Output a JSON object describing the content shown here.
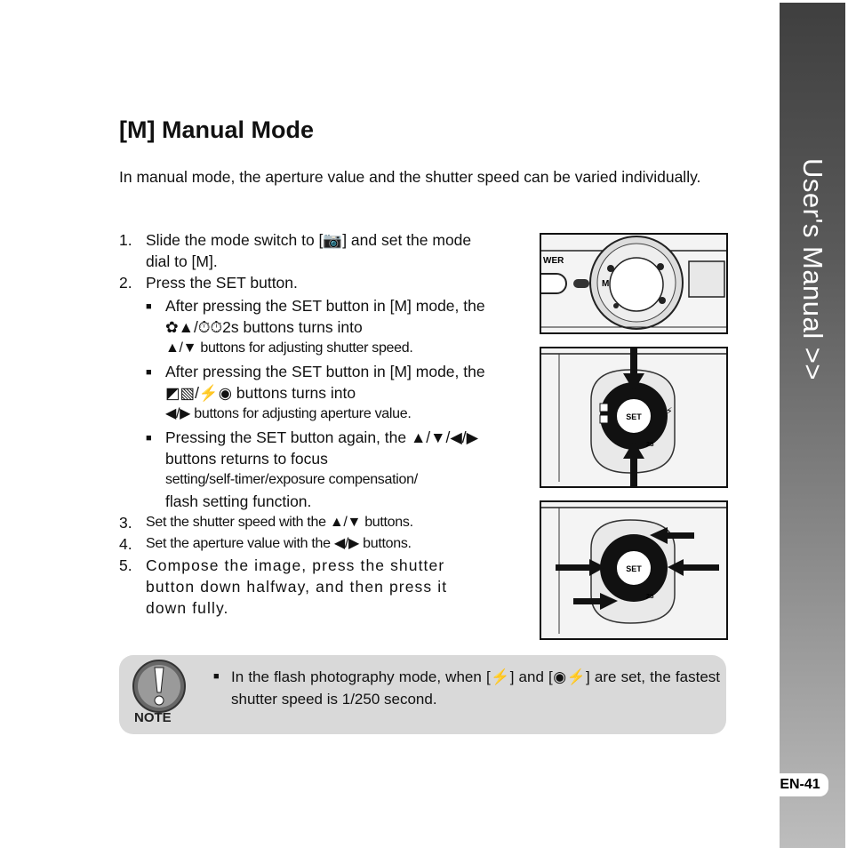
{
  "sidebar": {
    "title": "User's Manual >>"
  },
  "page_number": "EN-41",
  "heading": "[M] Manual Mode",
  "intro": "In manual mode, the aperture value and the shutter speed can be varied individually.",
  "steps": [
    {
      "num": "1.",
      "text": "Slide the mode switch to [📷] and set the mode dial to [M]."
    },
    {
      "num": "2.",
      "text": "Press the SET button."
    },
    {
      "num": "3.",
      "text": "Set the shutter speed with the ▲/▼ buttons."
    },
    {
      "num": "4.",
      "text": "Set the aperture value with the ◀/▶ buttons."
    },
    {
      "num": "5.",
      "text": "Compose the image, press the shutter button down halfway, and then press it down fully."
    }
  ],
  "bullets": [
    {
      "line1": "After pressing the SET button in [M] mode, the ✿▲/⏱⏱2s buttons turns into",
      "line2": "▲/▼ buttons for adjusting shutter speed."
    },
    {
      "line1": "After pressing the SET button in [M] mode, the ◩▧/⚡◉ buttons turns into",
      "line2": "◀/▶ buttons for adjusting aperture value."
    },
    {
      "line1": "Pressing the SET button again, the ▲/▼/◀/▶ buttons returns to focus",
      "line2": "setting/self-timer/exposure compensation/",
      "line3": "flash setting function."
    }
  ],
  "figures": {
    "dial_label": "WER",
    "dial_mode": "M",
    "set_label": "SET",
    "self_timer_label": "2S"
  },
  "note": {
    "label": "NOTE",
    "text": "In the flash photography mode, when [⚡] and [◉⚡] are set, the fastest shutter speed is 1/250 second."
  }
}
